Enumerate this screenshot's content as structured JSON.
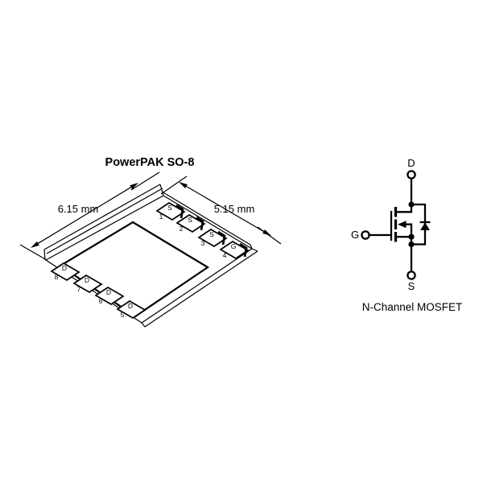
{
  "title": "PowerPAK SO-8",
  "package": {
    "dim_width": "6.15 mm",
    "dim_depth": "5.15 mm",
    "top_pins": [
      {
        "num": "1",
        "label": "S"
      },
      {
        "num": "2",
        "label": "S"
      },
      {
        "num": "3",
        "label": "S"
      },
      {
        "num": "4",
        "label": "G"
      }
    ],
    "bottom_pins": [
      {
        "num": "8",
        "label": "D"
      },
      {
        "num": "7",
        "label": "D"
      },
      {
        "num": "6",
        "label": "D"
      },
      {
        "num": "5",
        "label": "D"
      }
    ]
  },
  "schematic": {
    "drain_label": "D",
    "gate_label": "G",
    "source_label": "S",
    "caption": "N-Channel MOSFET"
  },
  "colors": {
    "ink": "#000000",
    "background": "#ffffff"
  }
}
